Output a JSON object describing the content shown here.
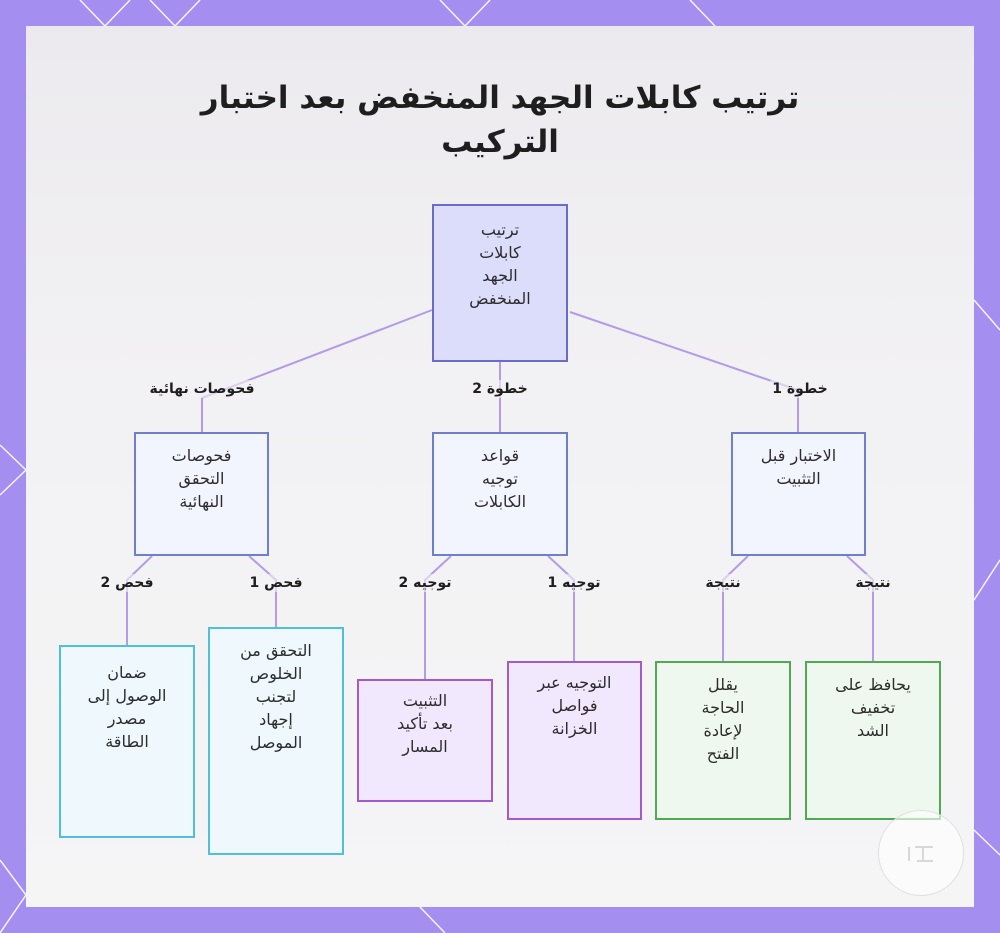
{
  "title": "ترتيب كابلات الجهد المنخفض بعد اختبار التركيب",
  "colors": {
    "frame": "#a48ef0",
    "root_fill": "#dcdcfb",
    "link_line": "#b49be6",
    "cyan_border": "#4fc0d8",
    "lavender_border": "#a35ad0",
    "green_border": "#4faa52"
  },
  "nodes": {
    "root": "ترتيب\nكابلات\nالجهد\nالمنخفض",
    "pretest": "الاختبار قبل\nالتثبيت",
    "routing": "قواعد\nتوجيه\nالكابلات",
    "final_checks": "فحوصات\nالتحقق\nالنهائية",
    "result_a": "يحافظ على\nتخفيف\nالشد",
    "result_b": "يقلل\nالحاجة\nلإعادة\nالفتح",
    "route_1": "التوجيه عبر\nفواصل\nالخزانة",
    "route_2": "التثبيت\nبعد تأكيد\nالمسار",
    "check_1": "التحقق من\nالخلوص\nلتجنب\nإجهاد\nالموصل",
    "check_2": "ضمان\nالوصول إلى\nمصدر\nالطاقة"
  },
  "edge_labels": {
    "step_1": "خطوة 1",
    "step_2": "خطوة 2",
    "final_checks": "فحوصات نهائية",
    "result_a": "نتيجة",
    "result_b": "نتيجة",
    "route_1": "توجيه 1",
    "route_2": "توجيه 2",
    "check_1": "فحص 1",
    "check_2": "فحص 2"
  },
  "logo_icon": "company-logo-icon"
}
